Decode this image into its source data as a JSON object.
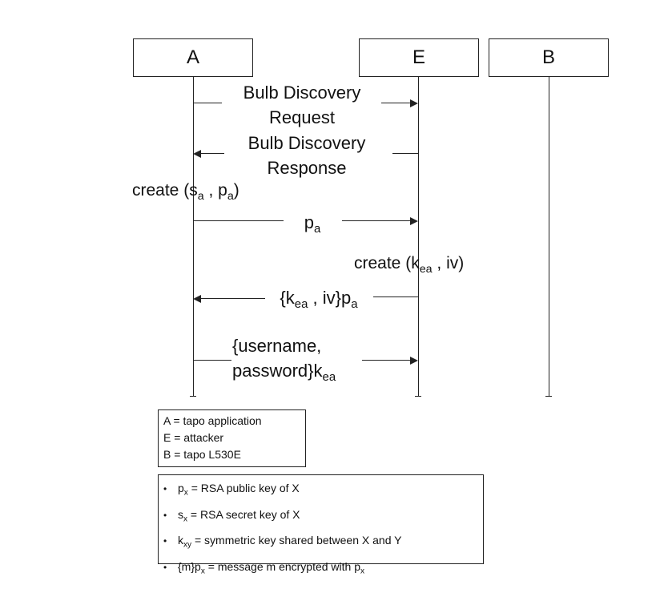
{
  "actors": [
    {
      "id": "A",
      "label": "A"
    },
    {
      "id": "E",
      "label": "E"
    },
    {
      "id": "B",
      "label": "B"
    }
  ],
  "messages": {
    "discovery_request": {
      "line1": "Bulb Discovery",
      "line2": "Request"
    },
    "discovery_response": {
      "line1": "Bulb Discovery",
      "line2": "Response"
    },
    "create_sa_pa": {
      "prefix": "create (s",
      "sub1": "a",
      "mid": " , p",
      "sub2": "a",
      "suffix": ")"
    },
    "pa": {
      "main": "p",
      "sub": "a"
    },
    "create_kea_iv": {
      "prefix": "create (k",
      "sub": "ea",
      "suffix": " , iv)"
    },
    "kea_iv_pa": {
      "prefix": "{k",
      "sub1": "ea",
      "mid": " , iv}p",
      "sub2": "a"
    },
    "credentials": {
      "line1": "{username,",
      "line2_prefix": "password}k",
      "line2_sub": "ea"
    }
  },
  "legend_roles": [
    "A = tapo application",
    "E = attacker",
    "B = tapo L530E"
  ],
  "legend_keys": [
    {
      "bullet": "•",
      "pre": "p",
      "sub": "x",
      "post": " = RSA public key of X"
    },
    {
      "bullet": "•",
      "pre": "s",
      "sub": "x",
      "post": " = RSA secret key of X"
    },
    {
      "bullet": "•",
      "pre": "k",
      "sub": "xy",
      "post": " = symmetric key shared between X and Y"
    },
    {
      "bullet": "•",
      "pre": "{m}p",
      "sub": "x",
      "post": " = message m encrypted with p",
      "sub2": "x"
    }
  ]
}
